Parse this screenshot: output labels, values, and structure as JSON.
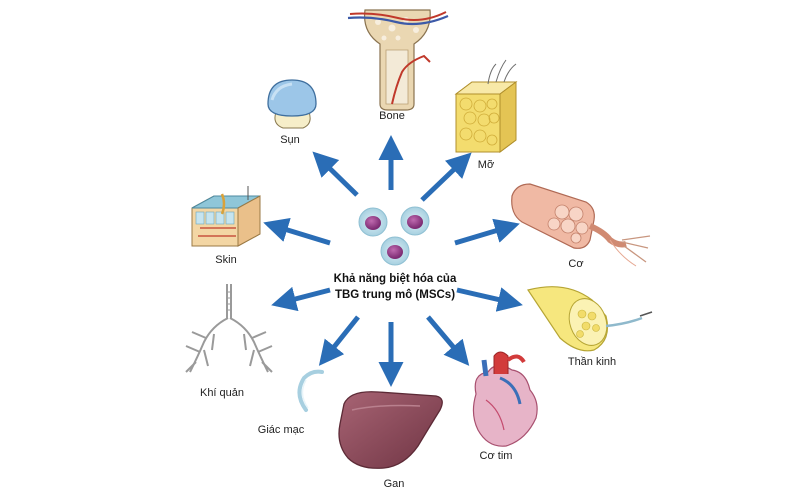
{
  "center": {
    "line1": "Khả năng biệt hóa của",
    "line2": "TBG trung mô (MSCs)"
  },
  "targets": {
    "bone": "Bone",
    "sun": "Sụn",
    "mo": "Mỡ",
    "skin": "Skin",
    "co": "Cơ",
    "khi_quan": "Khí quản",
    "than_kinh": "Thần kinh",
    "giac_mac": "Giác mạc",
    "gan": "Gan",
    "co_tim": "Cơ tim"
  },
  "colors": {
    "arrow": "#2a6db6",
    "cell_outer": "#b6dbe8",
    "cell_inner": "#9b3f8e",
    "liver": "#8e4a5b",
    "bone": "#e9d7b4",
    "fat": "#f3dc6e",
    "muscle": "#f0b9a4",
    "nerve": "#f6e77e"
  }
}
